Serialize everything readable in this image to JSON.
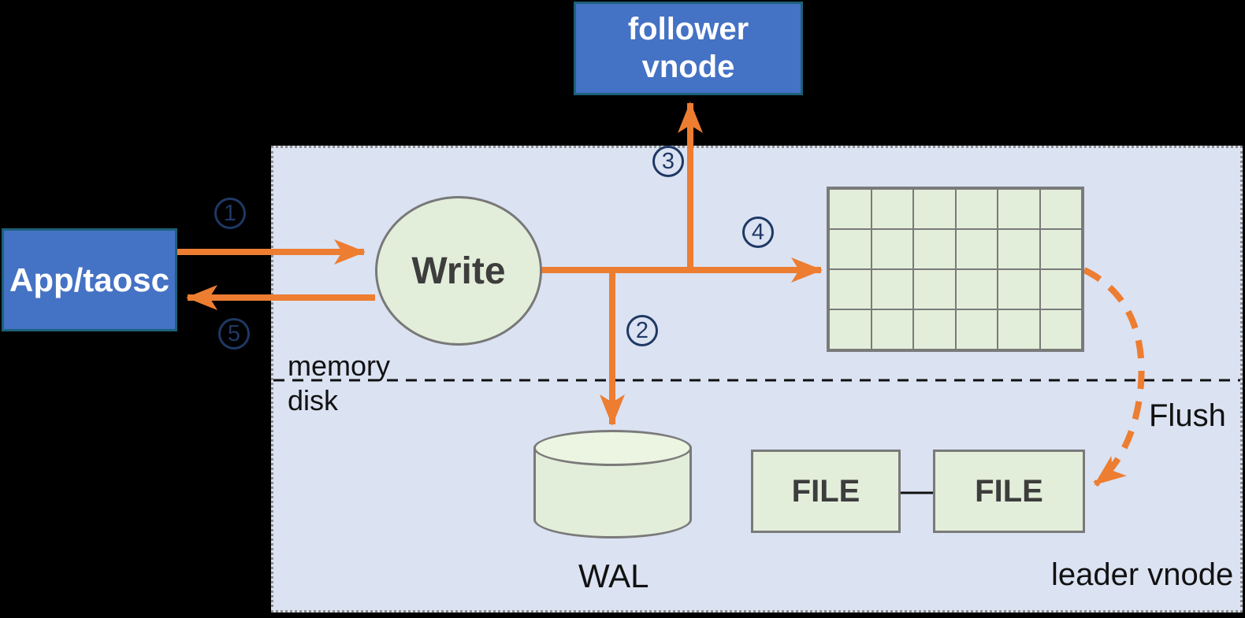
{
  "colors": {
    "background": "#000000",
    "panel_fill": "#dbe2f2",
    "node_blue_fill": "#4472c4",
    "node_blue_border": "#1e607a",
    "node_green_fill": "#e3eeda",
    "shape_border_gray": "#7a7a7a",
    "arrow_orange": "#ed7d31",
    "step_badge_navy": "#1f3864",
    "node_text_dark": "#3d3d3d",
    "label_text_black": "#111111",
    "node_text_white": "#ffffff"
  },
  "nodes": {
    "follower_vnode": {
      "line1": "follower",
      "line2": "vnode"
    },
    "app": {
      "label": "App/taosc"
    },
    "write": {
      "label": "Write"
    },
    "wal": {
      "label": "WAL"
    },
    "files": [
      {
        "label": "FILE"
      },
      {
        "label": "FILE"
      }
    ],
    "memtable_grid": {
      "rows": 4,
      "cols": 6
    }
  },
  "panel": {
    "leader_label": "leader vnode",
    "memory_label": "memory",
    "disk_label": "disk"
  },
  "annotations": {
    "flush_label": "Flush",
    "steps": [
      "1",
      "2",
      "3",
      "4",
      "5"
    ]
  }
}
